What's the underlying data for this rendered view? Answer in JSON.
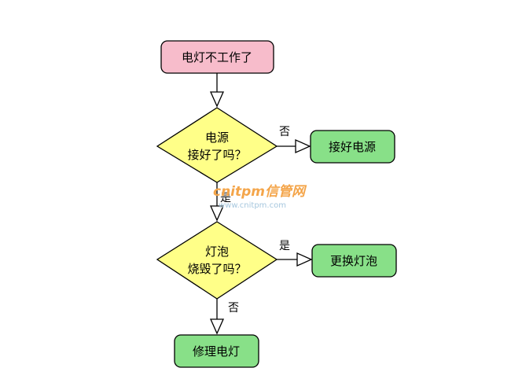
{
  "nodes": {
    "start": {
      "label": "电灯不工作了",
      "fill": "#f7bccb"
    },
    "decision1": {
      "lines": [
        "电源",
        "接好了吗？"
      ],
      "fill": "#ffff88"
    },
    "action1": {
      "label": "接好电源",
      "fill": "#88e088"
    },
    "decision2": {
      "lines": [
        "灯泡",
        "烧毁了吗？"
      ],
      "fill": "#ffff88"
    },
    "action2": {
      "label": "更换灯泡",
      "fill": "#88e088"
    },
    "end": {
      "label": "修理电灯",
      "fill": "#88e088"
    }
  },
  "edges": {
    "d1_no": "否",
    "d1_yes": "是",
    "d2_yes": "是",
    "d2_no": "否"
  },
  "watermark": {
    "brand": "cnitpm信管网",
    "url": "www.cnitpm.com"
  }
}
